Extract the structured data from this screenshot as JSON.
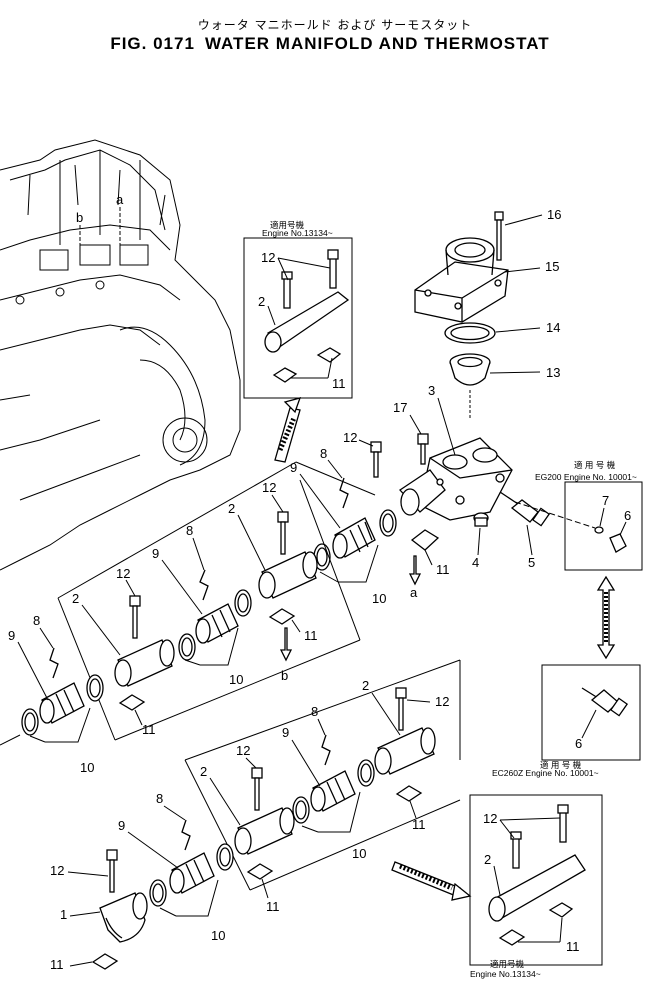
{
  "header": {
    "subtitle_jp": "ウォータ マニホールド および サーモスタット",
    "fig_label": "FIG. 0171",
    "title": "WATER MANIFOLD AND THERMOSTAT"
  },
  "part_numbers": {
    "p1": "1",
    "p2": "2",
    "p3": "3",
    "p4": "4",
    "p5": "5",
    "p6": "6",
    "p7": "7",
    "p8": "8",
    "p9": "9",
    "p10": "10",
    "p11": "11",
    "p12": "12",
    "p13": "13",
    "p14": "14",
    "p15": "15",
    "p16": "16",
    "p17": "17"
  },
  "ref_marks": {
    "a": "a",
    "b": "b"
  },
  "insets": {
    "top_left": {
      "jp": "適用号機",
      "engine": "Engine No.13134~"
    },
    "right_top": {
      "jp": "適 用 号 機",
      "engine": "EG200  Engine  No. 10001~"
    },
    "right_mid": {
      "engine": "EC260Z  Engine  No. 10001~",
      "jp": "適 用 号 機"
    },
    "bottom_right": {
      "jp": "適用号機",
      "engine": "Engine No.13134~"
    }
  },
  "colors": {
    "ink": "#000000",
    "paper": "#ffffff"
  }
}
